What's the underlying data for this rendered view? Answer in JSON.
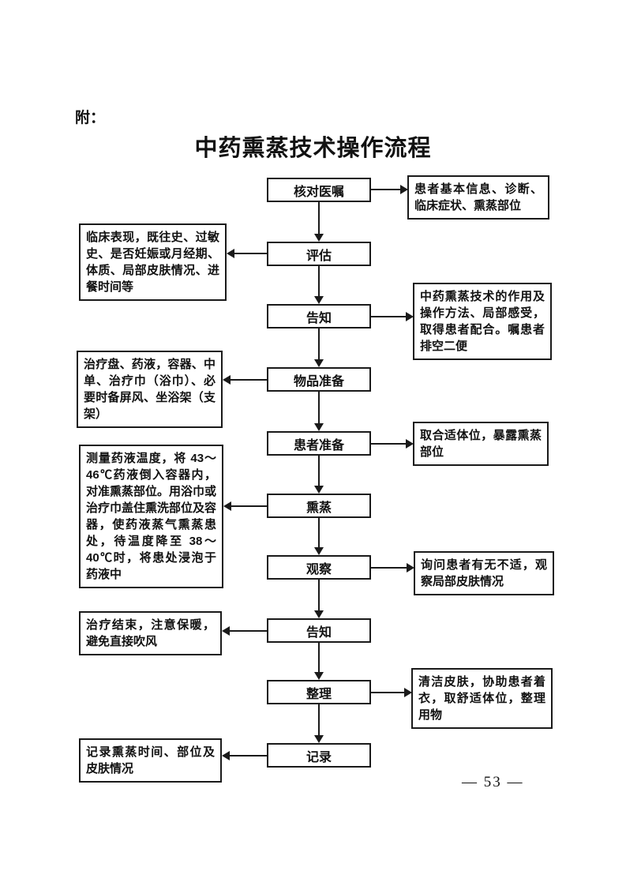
{
  "page": {
    "attachment_label": "附：",
    "title": "中药熏蒸技术操作流程",
    "page_number": "— 53 —"
  },
  "flow": {
    "steps": [
      {
        "label": "核对医嘱",
        "note_side": "right",
        "note": "患者基本信息、诊断、临床症状、熏蒸部位"
      },
      {
        "label": "评估",
        "note_side": "left",
        "note": "临床表现，既往史、过敏史、是否妊娠或月经期、体质、局部皮肤情况、进餐时间等"
      },
      {
        "label": "告知",
        "note_side": "right",
        "note": "中药熏蒸技术的作用及操作方法、局部感受，取得患者配合。嘱患者排空二便"
      },
      {
        "label": "物品准备",
        "note_side": "left",
        "note": "治疗盘、药液，容器、中单、治疗巾（浴巾）、必要时备屏风、坐浴架（支架）"
      },
      {
        "label": "患者准备",
        "note_side": "right",
        "note": "取合适体位，暴露熏蒸部位"
      },
      {
        "label": "熏蒸",
        "note_side": "left",
        "note": "测量药液温度，将 43～46℃药液倒入容器内，对准熏蒸部位。用浴巾或治疗巾盖住熏洗部位及容器，使药液蒸气熏蒸患处，待温度降至 38～40℃时，将患处浸泡于药液中"
      },
      {
        "label": "观察",
        "note_side": "right",
        "note": "询问患者有无不适，观察局部皮肤情况"
      },
      {
        "label": "告知",
        "note_side": "left",
        "note": "治疗结束，注意保暖，避免直接吹风"
      },
      {
        "label": "整理",
        "note_side": "right",
        "note": "清洁皮肤，协助患者着衣，取舒适体位，整理用物"
      },
      {
        "label": "记录",
        "note_side": "left",
        "note": "记录熏蒸时间、部位及皮肤情况"
      }
    ]
  }
}
